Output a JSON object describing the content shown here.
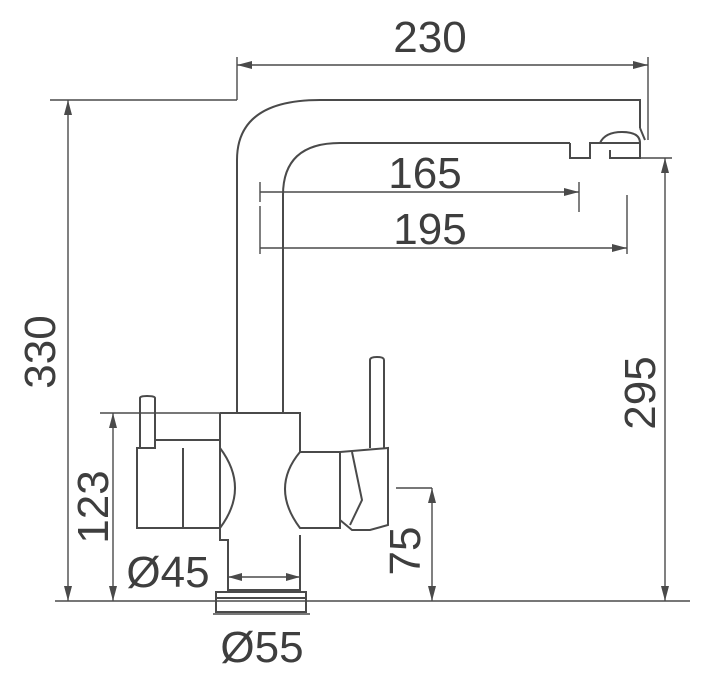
{
  "dimensions": {
    "overall_reach": "230",
    "reach_aerator": "165",
    "reach_filter_outlet": "195",
    "total_height": "330",
    "spout_height": "295",
    "handle_height": "123",
    "side_lever_height": "75",
    "body_diameter": "Ø45",
    "base_diameter": "Ø55"
  },
  "colors": {
    "line": "#4a4a4a",
    "text": "#3e3e3e",
    "background": "#ffffff"
  }
}
